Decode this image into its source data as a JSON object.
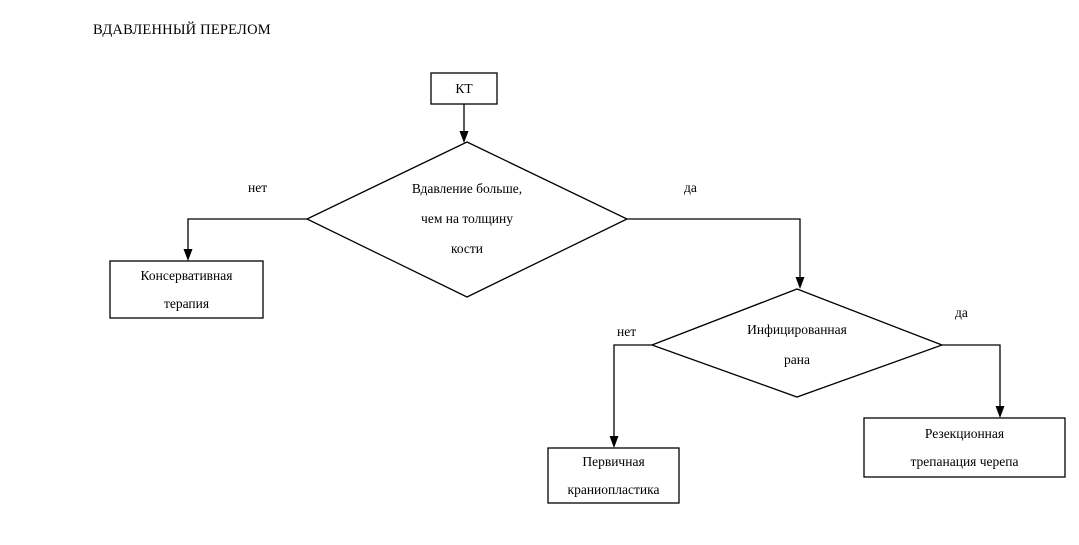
{
  "diagram": {
    "title": "ВДАВЛЕННЫЙ ПЕРЕЛОМ",
    "type": "flowchart",
    "language": "ru",
    "colors": {
      "background": "#ffffff",
      "stroke": "#000000",
      "text": "#000000"
    },
    "nodes": [
      {
        "id": "kt",
        "shape": "rect",
        "label": "КТ",
        "lines": [
          "КТ"
        ]
      },
      {
        "id": "decision-depression",
        "shape": "diamond",
        "label": "Вдавление больше, чем на толщину кости",
        "lines": [
          "Вдавление больше,",
          "чем на толщину",
          "кости"
        ]
      },
      {
        "id": "conservative-therapy",
        "shape": "rect",
        "label": "Консервативная терапия",
        "lines": [
          "Консервативная",
          "терапия"
        ]
      },
      {
        "id": "decision-infected",
        "shape": "diamond",
        "label": "Инфицированная рана",
        "lines": [
          "Инфицированная",
          "рана"
        ]
      },
      {
        "id": "primary-cranioplasty",
        "shape": "rect",
        "label": "Первичная краниопластика",
        "lines": [
          "Первичная",
          "краниопластика"
        ]
      },
      {
        "id": "resection-trepanation",
        "shape": "rect",
        "label": "Резекционная трепанация черепа",
        "lines": [
          "Резекционная",
          "трепанация черепа"
        ]
      }
    ],
    "edges": [
      {
        "id": "kt-to-decision",
        "from": "kt",
        "to": "decision-depression",
        "label": ""
      },
      {
        "id": "depression-no",
        "from": "decision-depression",
        "to": "conservative-therapy",
        "label": "нет"
      },
      {
        "id": "depression-yes",
        "from": "decision-depression",
        "to": "decision-infected",
        "label": "да"
      },
      {
        "id": "infected-no",
        "from": "decision-infected",
        "to": "primary-cranioplasty",
        "label": "нет"
      },
      {
        "id": "infected-yes",
        "from": "decision-infected",
        "to": "resection-trepanation",
        "label": "да"
      }
    ]
  }
}
